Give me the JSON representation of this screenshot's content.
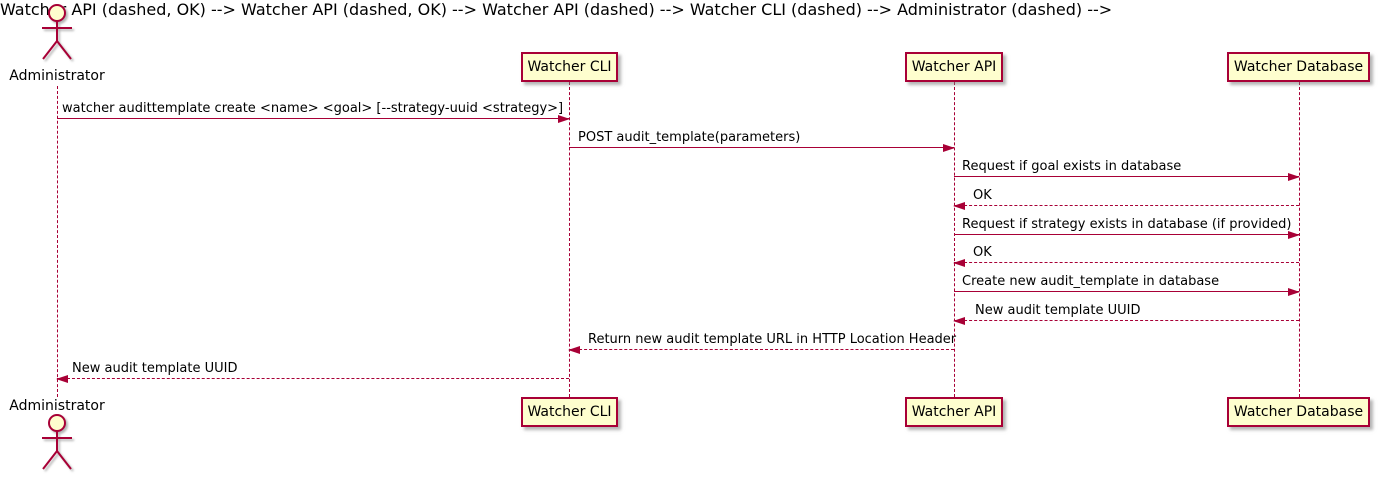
{
  "diagram": {
    "type": "sequence-diagram",
    "style": "plantuml",
    "colors": {
      "accent": "#A80036",
      "participant_fill": "#FEFECE",
      "text": "#000000",
      "background": "#FFFFFF"
    }
  },
  "actors": [
    {
      "name": "Administrator"
    }
  ],
  "participants": [
    {
      "label": "Watcher CLI"
    },
    {
      "label": "Watcher API"
    },
    {
      "label": "Watcher Database"
    }
  ],
  "messages": [
    {
      "from": "Administrator",
      "to": "Watcher CLI",
      "line": "solid",
      "label": "watcher audittemplate create <name> <goal> [--strategy-uuid <strategy>]"
    },
    {
      "from": "Watcher CLI",
      "to": "Watcher API",
      "line": "solid",
      "label": "POST audit_template(parameters)"
    },
    {
      "from": "Watcher API",
      "to": "Watcher Database",
      "line": "solid",
      "label": "Request if goal exists in database"
    },
    {
      "from": "Watcher Database",
      "to": "Watcher API",
      "line": "dashed",
      "label": "OK"
    },
    {
      "from": "Watcher API",
      "to": "Watcher Database",
      "line": "solid",
      "label": "Request if strategy exists in database (if provided)"
    },
    {
      "from": "Watcher Database",
      "to": "Watcher API",
      "line": "dashed",
      "label": "OK"
    },
    {
      "from": "Watcher API",
      "to": "Watcher Database",
      "line": "solid",
      "label": "Create new audit_template in database"
    },
    {
      "from": "Watcher Database",
      "to": "Watcher API",
      "line": "dashed",
      "label": "New audit template UUID"
    },
    {
      "from": "Watcher API",
      "to": "Watcher CLI",
      "line": "dashed",
      "label": "Return new audit template URL in HTTP Location Header"
    },
    {
      "from": "Watcher CLI",
      "to": "Administrator",
      "line": "dashed",
      "label": "New audit template UUID"
    }
  ]
}
